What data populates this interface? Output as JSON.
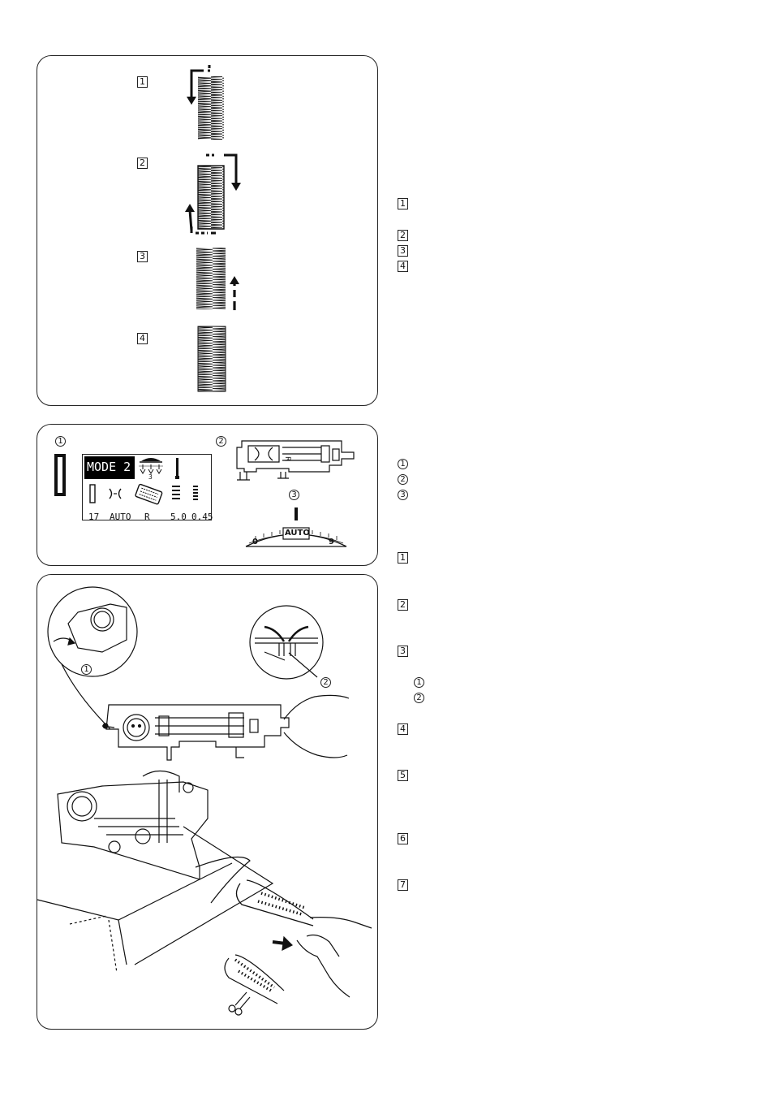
{
  "panel1": {
    "steps": [
      "1",
      "2",
      "3",
      "4"
    ]
  },
  "panel2": {
    "callouts": [
      "1",
      "2",
      "3"
    ],
    "lcd": {
      "mode": "MODE 2",
      "pattern_no": "17",
      "tension": "AUTO",
      "foot": "R",
      "width": "5.0",
      "length": "0.45",
      "needle_count": "3"
    },
    "dial": {
      "center": "AUTO",
      "min": "0",
      "max": "9"
    }
  },
  "panel3": {
    "callouts": [
      "1",
      "2"
    ]
  },
  "right_column": {
    "group1": [
      "1",
      "2",
      "3",
      "4"
    ],
    "group2": [
      "1",
      "2",
      "3"
    ],
    "group3_steps": [
      "1",
      "2",
      "3"
    ],
    "group3_subs": [
      "1",
      "2"
    ],
    "group3_more": [
      "4",
      "5",
      "6",
      "7"
    ]
  },
  "colors": {
    "ink": "#111111",
    "lcd_bg": "#000000",
    "paper": "#ffffff"
  },
  "icons": [
    "stitch-column-icon",
    "arrow-icon",
    "scissors-icon",
    "hand-icon",
    "buttonhole-foot-icon",
    "tension-dial-icon",
    "lcd-display-icon"
  ]
}
